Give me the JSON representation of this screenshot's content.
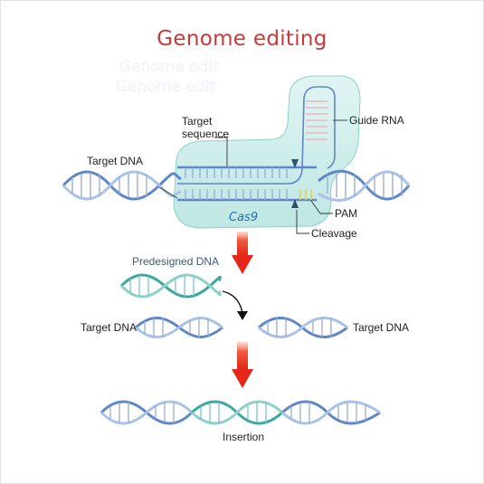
{
  "title": "Genome editing",
  "labels": {
    "target_sequence": "Target\nsequence",
    "guide_rna": "Guide RNA",
    "target_dna_top": "Target DNA",
    "cas9": "Cas9",
    "pam": "PAM",
    "cleavage": "Cleavage",
    "predesigned_dna": "Predesigned DNA",
    "target_dna_left": "Target DNA",
    "target_dna_right": "Target DNA",
    "insertion": "Insertion"
  },
  "colors": {
    "title": "#c8393a",
    "cas9_blob": "#c9ece9",
    "cas9_text": "#1f73b8",
    "dna_strand_blue": "#5f86c8",
    "dna_strand_light": "#a9c2e6",
    "dna_rungs": "#9aaed6",
    "inserted_dna_teal": "#3aa7a0",
    "arrow_red": "#e8301d",
    "guide_rna": "#f2a9b8",
    "pam": "#e6d24a",
    "cleavage_mark": "#2d5168"
  }
}
